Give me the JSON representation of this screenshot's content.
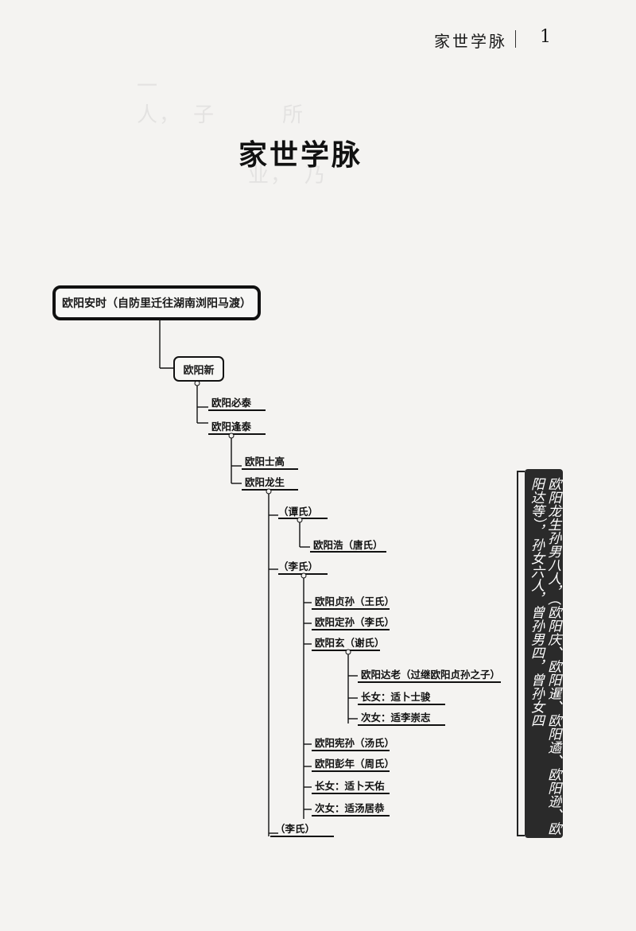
{
  "header": {
    "running_title": "家世学脉",
    "page_number": "1"
  },
  "chapter_title": "家世学脉",
  "tree": {
    "root": "欧阳安时（自防里迁往湖南浏阳马渡）",
    "level2": "欧阳新",
    "level3": [
      "欧阳必泰",
      "欧阳逢泰"
    ],
    "level4": [
      "欧阳士高",
      "欧阳龙生"
    ],
    "wife_tan": "（谭氏）",
    "son_hao": "欧阳浩（唐氏）",
    "wife_li": "（李氏）",
    "sons": [
      "欧阳贞孙（王氏）",
      "欧阳定孙（李氏）",
      "欧阳玄（谢氏）"
    ],
    "xuan_children": [
      "欧阳达老（过继欧阳贞孙之子）",
      "长女：适卜士骏",
      "次女：适李崇志"
    ],
    "more_sons": [
      "欧阳宪孙（汤氏）",
      "欧阳彭年（周氏）"
    ],
    "daughters": [
      "长女：适卜天佑",
      "次女：适汤居恭"
    ],
    "wife_li_2": "（李氏）"
  },
  "sidenote": "欧阳龙生孙男八人，（欧阳庆、欧阳暹、欧阳遹、欧阳逊、欧阳达等），孙女六人，曾孙男四，曾孙女四"
}
